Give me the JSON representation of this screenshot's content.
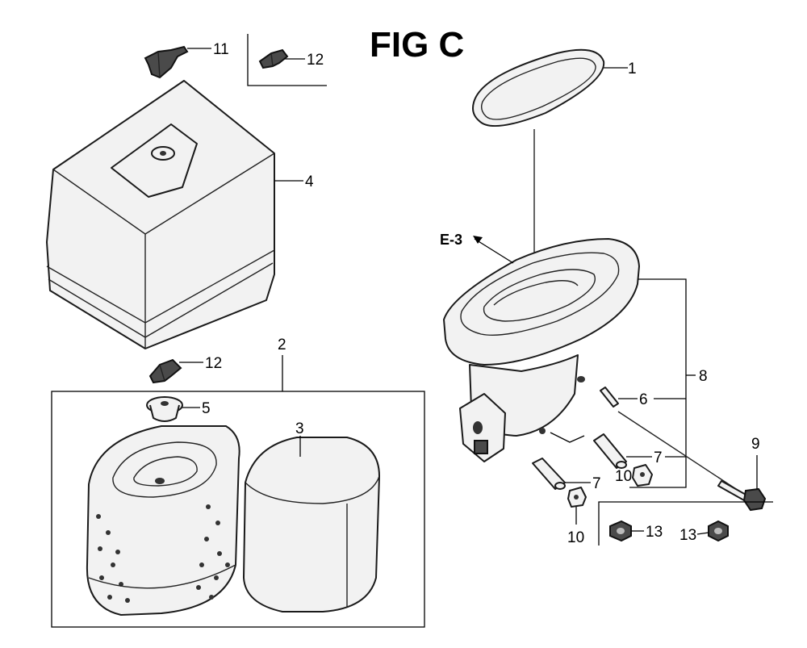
{
  "figure": {
    "title": "FIG C",
    "reference": "E-3"
  },
  "callouts": [
    {
      "id": "c1",
      "label": "1"
    },
    {
      "id": "c2",
      "label": "2"
    },
    {
      "id": "c3",
      "label": "3"
    },
    {
      "id": "c4",
      "label": "4"
    },
    {
      "id": "c5",
      "label": "5"
    },
    {
      "id": "c6",
      "label": "6"
    },
    {
      "id": "c7a",
      "label": "7"
    },
    {
      "id": "c7b",
      "label": "7"
    },
    {
      "id": "c8",
      "label": "8"
    },
    {
      "id": "c9",
      "label": "9"
    },
    {
      "id": "c10a",
      "label": "10"
    },
    {
      "id": "c10b",
      "label": "10"
    },
    {
      "id": "c11",
      "label": "11"
    },
    {
      "id": "c12a",
      "label": "12"
    },
    {
      "id": "c12b",
      "label": "12"
    },
    {
      "id": "c13a",
      "label": "13"
    },
    {
      "id": "c13b",
      "label": "13"
    }
  ]
}
